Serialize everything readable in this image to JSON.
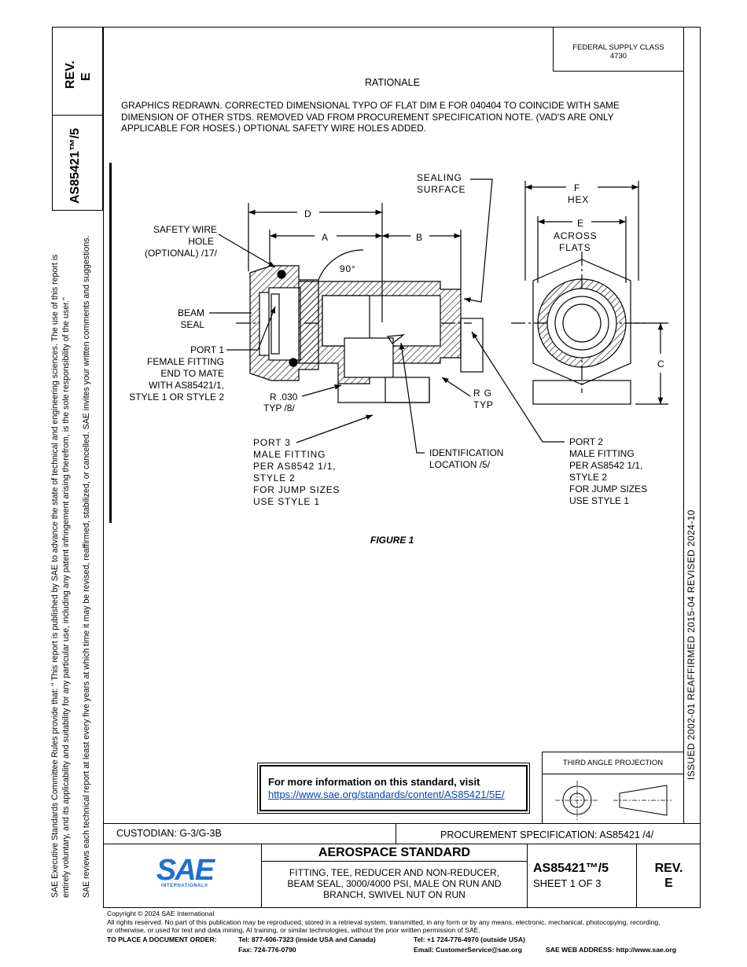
{
  "left_block": {
    "rev_label": "REV.",
    "rev_value": "E",
    "doc_number": "AS85421™/5"
  },
  "side_notice": {
    "line1": "SAE Executive Standards Committee Rules provide that: \"  This report is published by SAE to advance the state of technical and engineering sciences. The use of this report is",
    "line2": "entirely voluntary, and its applicability and suitability for any particular use, including any patent infringement arising therefrom, is the sole responsibility of the user.\"",
    "line3": "SAE reviews each technical report at least every five years at which time it may be revised, reaffirmed, stabilized, or cancelled. SAE invites your written comments and suggestions."
  },
  "right_dates": "ISSUED 2002-01    REAFFIRMED 2015-04    REVISED 2024-10",
  "supply": {
    "label": "FEDERAL SUPPLY CLASS",
    "value": "4730"
  },
  "rationale": {
    "title": "RATIONALE",
    "line1": "GRAPHICS REDRAWN. CORRECTED DIMENSIONAL TYPO OF FLAT DIM E FOR 040404 TO COINCIDE WITH SAME",
    "line2": "DIMENSION OF OTHER STDS. REMOVED VAD FROM PROCUREMENT SPECIFICATION NOTE. (VAD'S ARE ONLY",
    "line3": "APPLICABLE FOR HOSES.) OPTIONAL SAFETY WIRE HOLES ADDED."
  },
  "figure": {
    "caption": "FIGURE 1",
    "labels": {
      "sealing1": "SEALING",
      "sealing2": "SURFACE",
      "d": "D",
      "a": "A",
      "b": "B",
      "angle": "90°",
      "f": "F",
      "hex": "HEX",
      "e": "E",
      "across": "ACROSS",
      "flats": "FLATS",
      "c": "C",
      "sw1": "SAFETY WIRE",
      "sw2": "HOLE",
      "sw3": "(OPTIONAL)  /17/",
      "beam1": "BEAM",
      "beam2": "SEAL",
      "p1a": "PORT 1",
      "p1b": "FEMALE FITTING",
      "p1c": "END TO MATE",
      "p1d": "WITH AS85421/1,",
      "p1e": "STYLE 1 OR STYLE 2",
      "r1": "R .030",
      "r2": "TYP /8/",
      "rg1": "R G",
      "rg2": "TYP",
      "p3a": "PORT  3",
      "p3b": "MALE FITTING",
      "p3c": "PER AS8542 1/1,",
      "p3d": "STYLE 2",
      "p3e": "FOR JUMP SIZES",
      "p3f": "USE STYLE 1",
      "id1": "IDENTIFICATION",
      "id2": "LOCATION  /5/",
      "p2a": "PORT 2",
      "p2b": "MALE FITTING",
      "p2c": "PER AS8542 1/1,",
      "p2d": "STYLE 2",
      "p2e": "FOR JUMP SIZES",
      "p2f": "USE STYLE 1"
    }
  },
  "info_box": {
    "heading": "For more information on this standard, visit",
    "url": "https://www.sae.org/standards/content/AS85421/5E/"
  },
  "projection": {
    "label": "THIRD ANGLE PROJECTION"
  },
  "custodian": "CUSTODIAN: G-3/G-3B",
  "procurement": "PROCUREMENT SPECIFICATION: AS85421 /4/",
  "logo": {
    "mark": "SAE",
    "sub": "INTERNATIONAL®"
  },
  "title_block": {
    "heading": "AEROSPACE STANDARD",
    "desc1": "FITTING, TEE, REDUCER AND NON-REDUCER,",
    "desc2": "BEAM SEAL, 3000/4000 PSI, MALE ON RUN AND",
    "desc3": "BRANCH, SWIVEL NUT ON RUN",
    "doc_number": "AS85421™/5",
    "sheet": "SHEET 1 OF 3",
    "rev_label": "REV.",
    "rev_value": "E"
  },
  "footer": {
    "copyright": "Copyright © 2024 SAE International",
    "rights1": "All rights reserved. No part of this publication may be reproduced, stored in a retrieval system, transmitted, in any form or by any means, electronic, mechanical, photocopying, recording,",
    "rights2": "or otherwise, or used for text and data mining, AI training, or similar technologies, without the prior written permission of SAE.",
    "order_label": "TO PLACE A DOCUMENT ORDER:",
    "tel_us": "Tel: 877-606-7323 (inside USA and Canada)",
    "tel_intl": "Tel: +1 724-776-4970 (outside USA)",
    "fax": "Fax: 724-776-0790",
    "email": "Email: CustomerService@sae.org",
    "web": "SAE WEB ADDRESS: http://www.sae.org"
  }
}
